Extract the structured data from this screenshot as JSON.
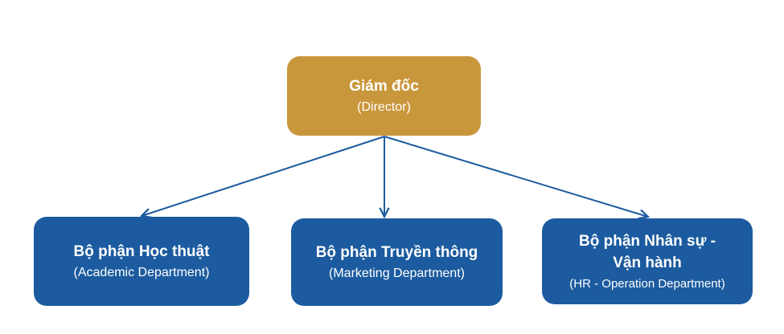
{
  "diagram": {
    "type": "org-chart",
    "colors": {
      "root": "#c9973b",
      "child": "#1c5b9f",
      "connector": "#1c5b9f",
      "text": "#ffffff"
    },
    "root": {
      "id": "director",
      "title": "Giám đốc",
      "subtitle": "(Director)"
    },
    "children": [
      {
        "id": "academic",
        "title": "Bộ phận Học thuật",
        "subtitle": "(Academic Department)"
      },
      {
        "id": "marketing",
        "title": "Bộ phận Truyền thông",
        "subtitle": "(Marketing Department)"
      },
      {
        "id": "hr",
        "title_line1": "Bộ phận Nhân sự -",
        "title_line2": "Vận hành",
        "subtitle": "(HR - Operation Department)"
      }
    ],
    "edges": [
      {
        "from": "director",
        "to": "academic"
      },
      {
        "from": "director",
        "to": "marketing"
      },
      {
        "from": "director",
        "to": "hr"
      }
    ]
  }
}
